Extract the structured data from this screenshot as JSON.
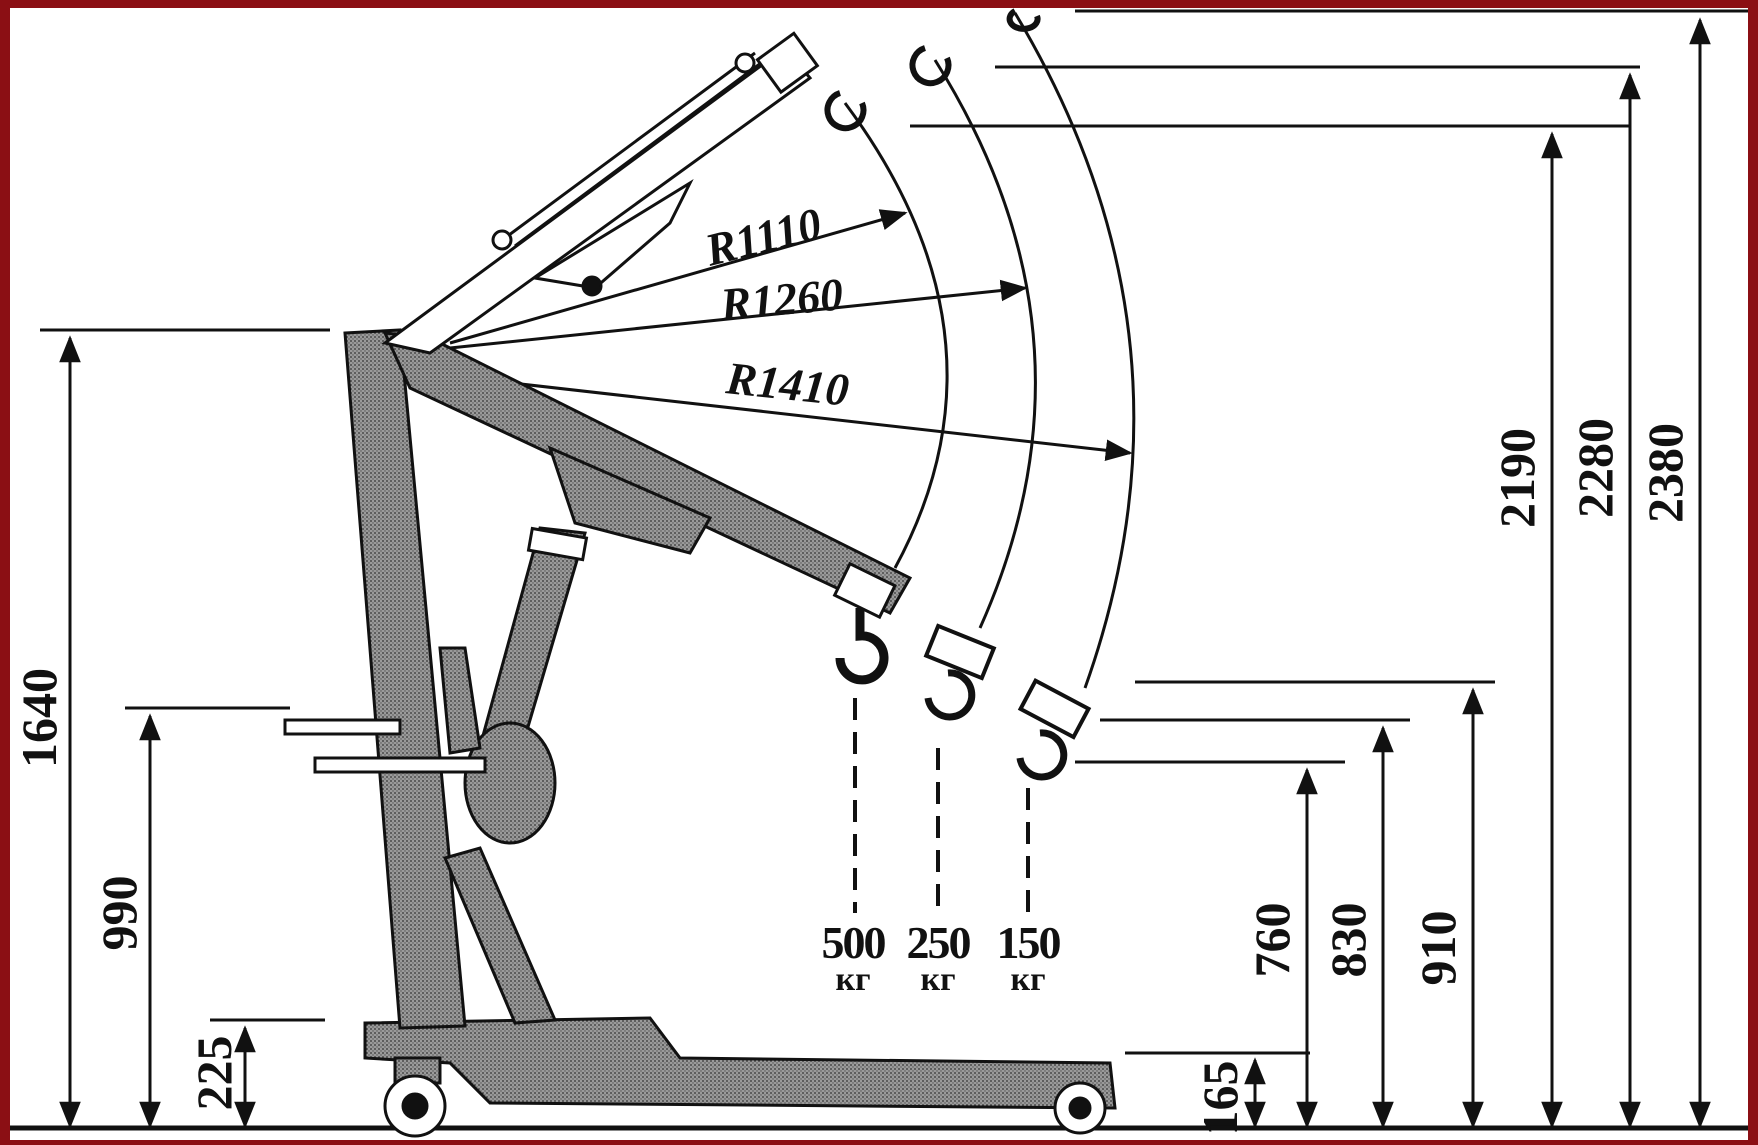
{
  "colors": {
    "border": "#8b0f14",
    "paper": "#ffffff",
    "ink": "#111111",
    "machine_fill": "#8c8c8c"
  },
  "heights_left": {
    "h1640": "1640",
    "h990": "990",
    "h225": "225"
  },
  "heights_right": {
    "h165": "165",
    "h760": "760",
    "h830": "830",
    "h910": "910",
    "h2190": "2190",
    "h2280": "2280",
    "h2380": "2380"
  },
  "radii": {
    "r1": "R1110",
    "r2": "R1260",
    "r3": "R1410"
  },
  "loads": [
    {
      "value": "500",
      "unit": "кг"
    },
    {
      "value": "250",
      "unit": "кг"
    },
    {
      "value": "150",
      "unit": "кг"
    }
  ]
}
